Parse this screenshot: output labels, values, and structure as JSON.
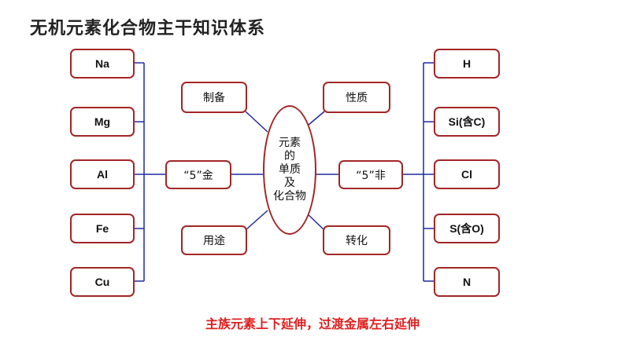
{
  "title": "无机元素化合物主干知识体系",
  "left_elements": [
    "Na",
    "Mg",
    "Al",
    "Fe",
    "Cu"
  ],
  "right_elements": [
    "H",
    "Si(含C)",
    "Cl",
    "S(含O)",
    "N"
  ],
  "left_group": "“5”金",
  "right_group": "“5”非",
  "top_left": "制备",
  "top_right": "性质",
  "bottom_left": "用途",
  "bottom_right": "转化",
  "center_lines": [
    "元素",
    "的",
    "单质",
    "及",
    "化合物"
  ],
  "footer": "主族元素上下延伸，过渡金属左右延伸",
  "colors": {
    "box_border": "#a32626",
    "line": "#1f2a9e",
    "footer_text": "#e01f1f"
  }
}
